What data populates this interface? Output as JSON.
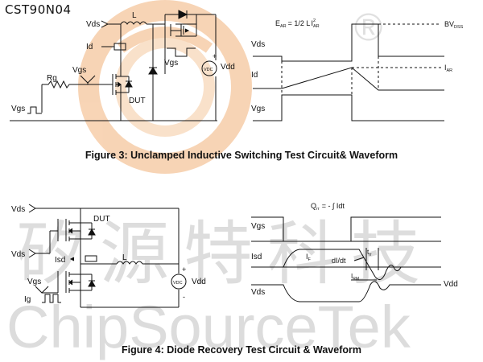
{
  "header": {
    "part_number": "CST90N04"
  },
  "watermark": {
    "cjk": "矽源特科技",
    "latin": "ChipSourceTek",
    "registered_mark": "®",
    "colors": {
      "orange": "#f2b27a",
      "grey": "#c9c9c9"
    }
  },
  "figure3": {
    "caption": "Figure 3: Unclamped Inductive Switching Test Circuit& Waveform",
    "circuit": {
      "vds": "Vds",
      "inductor": "L",
      "id": "Id",
      "vgs_gate": "Vgs",
      "rg": "Rg",
      "dut": "DUT",
      "vgs_source": "Vgs",
      "vgs_switch": "Vgs",
      "vdd": "Vdd",
      "vdc": "VDC"
    },
    "waveform": {
      "formula_main": "E",
      "formula_main_sub": "AR",
      "formula_eq": "= 1/2 L",
      "formula_l_sub": "AR",
      "formula_l_sup": "2",
      "formula_prefix": "I",
      "vds": "Vds",
      "id": "Id",
      "vgs": "Vgs",
      "bv": "BV",
      "bv_sub": "DSS",
      "iar": "I",
      "iar_sub": "AR"
    }
  },
  "figure4": {
    "caption": "Figure 4: Diode Recovery Test Circuit & Waveform",
    "circuit": {
      "vds_top": "Vds",
      "dut": "DUT",
      "vds_mid": "Vds",
      "isd": "Isd",
      "inductor": "L",
      "vgs": "Vgs",
      "ig": "Ig",
      "vdd": "Vdd",
      "vdc": "VDC"
    },
    "waveform": {
      "qrr_q": "Q",
      "qrr_sub": "rr",
      "qrr_rest": "= - ∫ Idt",
      "vgs": "Vgs",
      "isd": "Isd",
      "if": "I",
      "if_sub": "F",
      "didt": "dI/dt",
      "trr": "t",
      "trr_sub": "rr",
      "irm": "I",
      "irm_sub": "RM",
      "vds": "Vds",
      "vdd": "Vdd"
    }
  }
}
